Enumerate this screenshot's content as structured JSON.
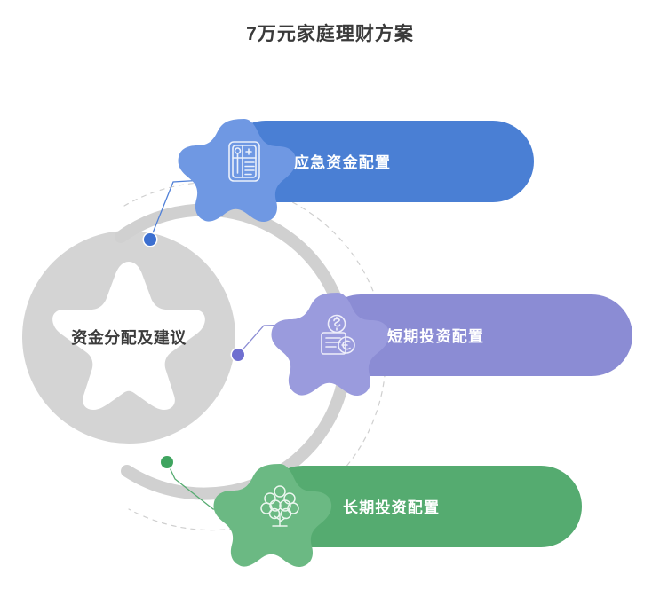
{
  "page": {
    "title": "7万元家庭理财方案",
    "background": "#ffffff"
  },
  "center": {
    "label": "资金分配及建议",
    "ring_color": "#d4d4d4",
    "text_color": "#3c3c3c",
    "arc_color": "#d0d0d0",
    "dashed_arc_color": "#cfcfcf"
  },
  "branches": [
    {
      "label": "应急资金配置",
      "icon": "document-form-icon",
      "bar_color": "#4a7fd4",
      "badge_color": "#6f98e3",
      "dot_color": "#3c6fd0",
      "line_color": "#5080d8"
    },
    {
      "label": "短期投资配置",
      "icon": "cash-coin-icon",
      "bar_color": "#8b8cd4",
      "badge_color": "#9a9bdd",
      "dot_color": "#6f6fd0",
      "line_color": "#8b8cd4"
    },
    {
      "label": "长期投资配置",
      "icon": "money-tree-icon",
      "bar_color": "#55ab70",
      "badge_color": "#6bb983",
      "dot_color": "#3fa45f",
      "line_color": "#55ab70"
    }
  ]
}
